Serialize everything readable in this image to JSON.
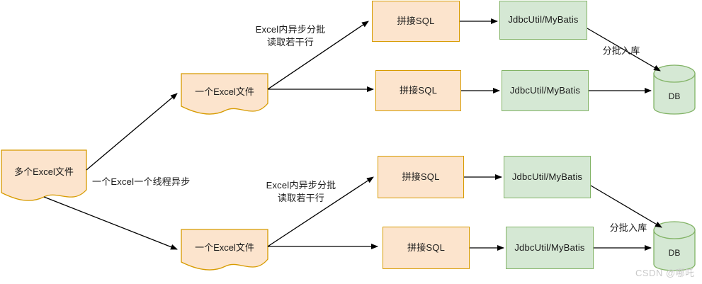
{
  "diagram": {
    "title": "Excel batch import flow",
    "colors": {
      "orange_fill": "#fce4cd",
      "orange_stroke": "#d79b00",
      "green_fill": "#d5e8d4",
      "green_stroke": "#82b366",
      "edge_stroke": "#000000",
      "text": "#1a1a1a",
      "watermark": "#c9c9c9",
      "background": "#ffffff"
    },
    "nodes": {
      "source_doc": "多个Excel文件",
      "excel_doc_top": "一个Excel文件",
      "excel_doc_bottom": "一个Excel文件",
      "sql_r1": "拼接SQL",
      "sql_r2": "拼接SQL",
      "sql_r3": "拼接SQL",
      "sql_r4": "拼接SQL",
      "jdbc_r1": "JdbcUtil/MyBatis",
      "jdbc_r2": "JdbcUtil/MyBatis",
      "jdbc_r3": "JdbcUtil/MyBatis",
      "jdbc_r4": "JdbcUtil/MyBatis",
      "db_top": "DB",
      "db_bottom": "DB"
    },
    "edge_labels": {
      "thread_async": "一个Excel一个线程异步",
      "batch_read_top": "Excel内异步分批\n读取若干行",
      "batch_read_bottom": "Excel内异步分批\n读取若干行",
      "batch_insert_top": "分批入库",
      "batch_insert_bottom": "分批入库"
    },
    "watermark": "CSDN @哪吒"
  }
}
